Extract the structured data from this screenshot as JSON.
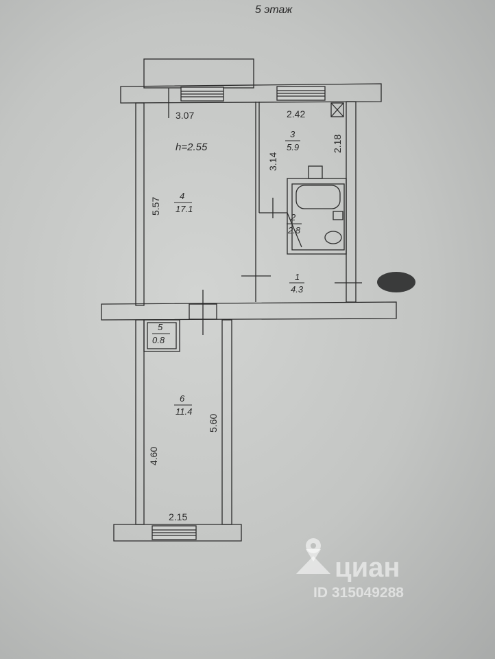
{
  "floor_label": "5 этаж",
  "ceiling_height": "h=2.55",
  "rooms": [
    {
      "number": "1",
      "area": "4.3"
    },
    {
      "number": "2",
      "area": "2.8"
    },
    {
      "number": "3",
      "area": "5.9"
    },
    {
      "number": "4",
      "area": "17.1"
    },
    {
      "number": "5",
      "area": "0.8"
    },
    {
      "number": "6",
      "area": "11.4"
    }
  ],
  "dimensions": {
    "room4_width": "3.07",
    "room4_length": "5.57",
    "room3_width": "2.42",
    "room3_length": "3.14",
    "room3_side": "2.18",
    "room6_width": "2.15",
    "room6_left": "4.60",
    "room6_right": "5.60"
  },
  "watermark": {
    "brand": "циан",
    "id": "ID 315049288"
  },
  "colors": {
    "paper": "#cfd1cf",
    "line": "#2a2a2a",
    "watermark": "#ffffff"
  }
}
